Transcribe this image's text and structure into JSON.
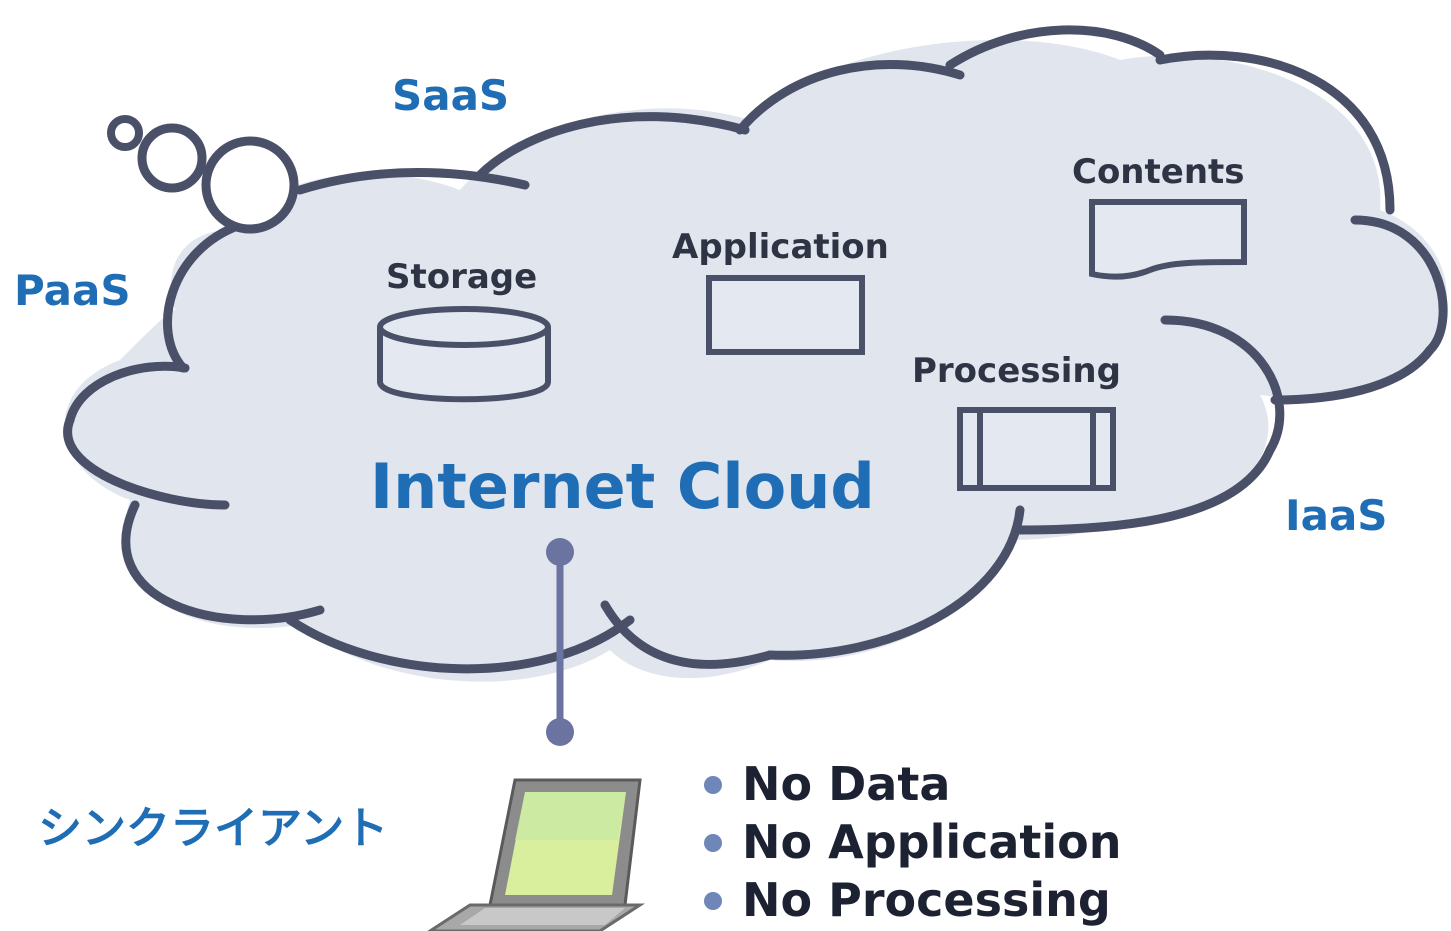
{
  "diagram": {
    "service_labels": {
      "saas": "SaaS",
      "paas": "PaaS",
      "iaas": "IaaS"
    },
    "nodes": {
      "storage": "Storage",
      "application": "Application",
      "contents": "Contents",
      "processing": "Processing"
    },
    "cloud_title": "Internet Cloud",
    "client_label": "シンクライアント",
    "client_features": [
      "No Data",
      "No Application",
      "No Processing"
    ],
    "colors": {
      "cloud_fill": "#e1e5ee",
      "cloud_outline": "#4a5068",
      "service_label": "#1f6db5",
      "title": "#1f6db5",
      "connector": "#6b74a0",
      "bullet_dot": "#6f86b8"
    },
    "icons": {
      "storage": "cylinder-icon",
      "application": "window-box-icon",
      "contents": "document-icon",
      "processing": "process-box-icon",
      "client": "laptop-icon"
    }
  }
}
